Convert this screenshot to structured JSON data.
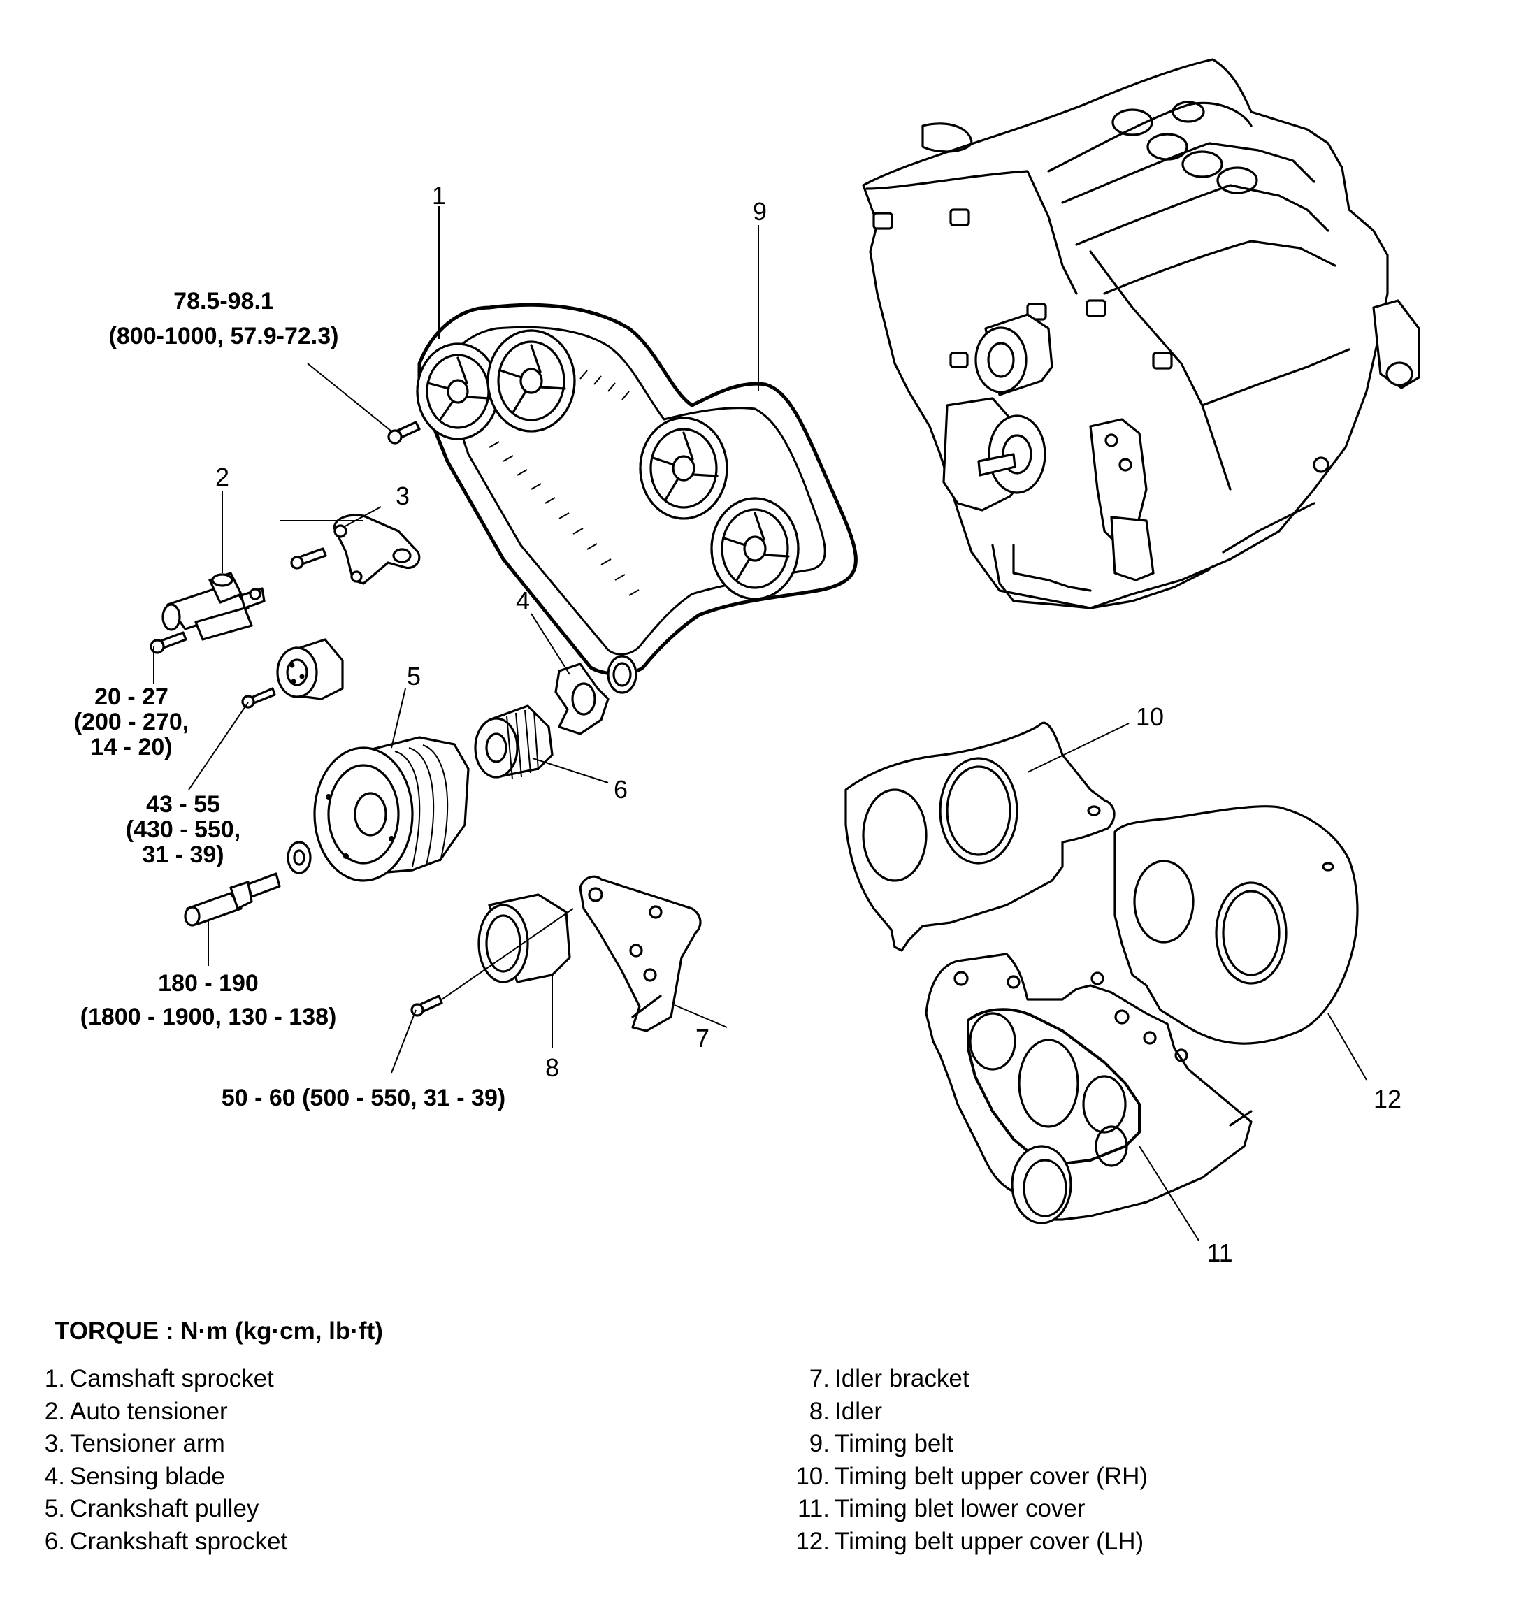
{
  "callouts": {
    "c1": "1",
    "c2": "2",
    "c3": "3",
    "c4": "4",
    "c5": "5",
    "c6": "6",
    "c7": "7",
    "c8": "8",
    "c9": "9",
    "c10": "10",
    "c11": "11",
    "c12": "12"
  },
  "torque_specs": {
    "camshaft_bolt": [
      "78.5-98.1",
      "(800-1000, 57.9-72.3)"
    ],
    "tensioner_bolt": [
      "20 - 27",
      "(200 - 270,",
      "14 - 20)"
    ],
    "tensioner_arm_bolt": [
      "43 - 55",
      "(430 - 550,",
      "31 - 39)"
    ],
    "crankshaft_bolt": [
      "180 - 190",
      "(1800 - 1900, 130 - 138)"
    ],
    "idler_bolt": [
      "50 - 60 (500 - 550, 31 - 39)"
    ]
  },
  "torque_title": "TORQUE : N·m (kg·cm, lb·ft)",
  "legend_left": [
    {
      "num": "1.",
      "label": "Camshaft sprocket"
    },
    {
      "num": "2.",
      "label": "Auto tensioner"
    },
    {
      "num": "3.",
      "label": "Tensioner arm"
    },
    {
      "num": "4.",
      "label": "Sensing blade"
    },
    {
      "num": "5.",
      "label": "Crankshaft pulley"
    },
    {
      "num": "6.",
      "label": "Crankshaft sprocket"
    }
  ],
  "legend_right": [
    {
      "num": "7.",
      "label": "Idler bracket"
    },
    {
      "num": "8.",
      "label": "Idler"
    },
    {
      "num": "9.",
      "label": "Timing belt"
    },
    {
      "num": "10.",
      "label": "Timing belt upper cover (RH)"
    },
    {
      "num": "11.",
      "label": "Timing blet lower cover"
    },
    {
      "num": "12.",
      "label": "Timing belt upper cover (LH)"
    }
  ]
}
